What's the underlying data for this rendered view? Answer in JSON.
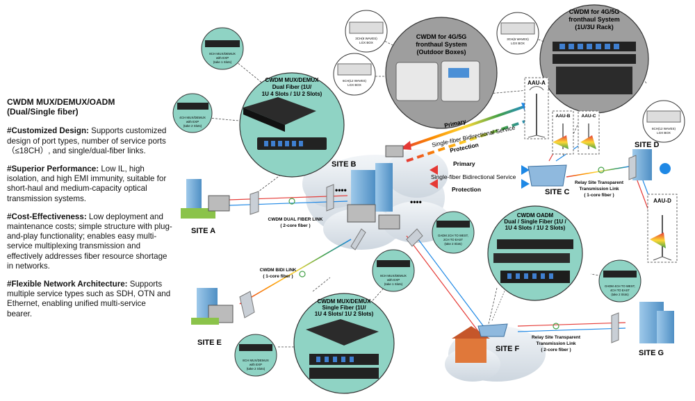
{
  "left_panel": {
    "heading_line1": "CWDM MUX/DEMUX/OADM",
    "heading_line2": "(Dual/Single fiber)",
    "features": [
      {
        "title": "#Customized Design:",
        "text": " Supports customized design of port types, number of service ports（≤18CH）, and single/dual-fiber links."
      },
      {
        "title": "#Superior Performance:",
        "text": " Low IL, high isolation, and high EMI immunity, suitable for short-haul and medium-capacity optical transmission systems."
      },
      {
        "title": "#Cost-Effectiveness:",
        "text": " Low deployment and maintenance costs; simple structure with plug-and-play functionality; enables easy multi-service multiplexing transmission and effectively addresses fiber resource shortage in networks."
      },
      {
        "title": "#Flexible Network Architecture:",
        "text": " Supports multiple service types such as SDH, OTN and Ethernet, enabling unified multi-service bearer."
      }
    ]
  },
  "sites": {
    "a": "SITE A",
    "b": "SITE B",
    "c": "SITE C",
    "d": "SITE D",
    "e": "SITE E",
    "f": "SITE F",
    "g": "SITE G"
  },
  "aau": {
    "a": "AAU-A",
    "b": "AAU-B",
    "c": "AAU-C",
    "d": "AAU-D"
  },
  "bubbles": {
    "dual_fiber": [
      "CWDM MUX/DEMUX",
      "Dual Fiber  (1U/",
      "1U 4 Slots / 1U 2 Slots)"
    ],
    "outdoor": [
      "CWDM for 4G/5G",
      "fronthaul System",
      "(Outdoor Boxes)"
    ],
    "rack": [
      "CWDM for 4G/5G",
      "fronthaul System",
      "(1U/3U Rack)"
    ],
    "oadm": [
      "CWDM OADM",
      "Dual / Single Fiber (1U /",
      "1U 4 Slots / 1U 2 Slots)"
    ],
    "single_fiber": [
      "CWDM MUX/DEMUX",
      "Single Fiber  (1U/",
      "1U 4 Slots/ 1U 2 Slots)"
    ]
  },
  "small_modules": {
    "mux8_exp_1slot_top": [
      "8CH MUX/DEMUX",
      "with EXP",
      "(take 1 Slots)"
    ],
    "mux4_exp_2slot": [
      "4CH MUX/DEMUX",
      "with EXP",
      "(take 2 Slots)"
    ],
    "lgx_3ch": [
      "3CH(6 WAVES)",
      "LGX BOX"
    ],
    "lgx_6ch_left": [
      "6CH(12 WAVES)",
      "LGX BOX"
    ],
    "lgx_3ch_right": [
      "3CH(6 WAVES)",
      "LGX BOX"
    ],
    "lgx_6ch_right": [
      "6CH(12 WAVES)",
      "LGX BOX"
    ],
    "oadm_2ch": [
      "OADM  2CH TO WEST,",
      "2CH TO EAST",
      "(take 2 Slots)"
    ],
    "mux8_exp_1slot_mid": [
      "8CH MUX/DEMUX",
      "with EXP",
      "(take 1 Slots)"
    ],
    "oadm_4ch": [
      "OADM 4CH TO WEST,",
      "4CH TO EAST",
      "(take 2 Slots)"
    ],
    "mux8_exp_2slot": [
      "8CH MUX/DEMUX",
      "with EXP",
      "(take 2 Slots)"
    ]
  },
  "links": {
    "primary_top": "Primary",
    "bidir_top": "Single-fiber Bidirectional Service",
    "protection_top": "Protection",
    "primary_mid": "Primary",
    "bidir_mid": "Single-fiber Bidirectional Service",
    "protection_mid": "Protection",
    "dual_fiber": [
      "CWDM DUAL FIBER LINK",
      "( 2-core fiber )"
    ],
    "bidi": [
      "CWDM BIDI LINK",
      "( 1-core fiber )"
    ],
    "relay_cd": [
      "Relay Site Transparent",
      "Transmission Link",
      "( 1-core fiber )"
    ],
    "relay_fg": [
      "Relay Site Transparent",
      "Transmission Link",
      "( 2-core fiber )"
    ]
  },
  "colors": {
    "bubble_fill": "#8fd3c4",
    "gray_bubble": "#9e9e9e",
    "red_line": "#e53935",
    "blue_line": "#1e88e5",
    "cloud": "#dde3ea",
    "green_line": "#43a047"
  }
}
